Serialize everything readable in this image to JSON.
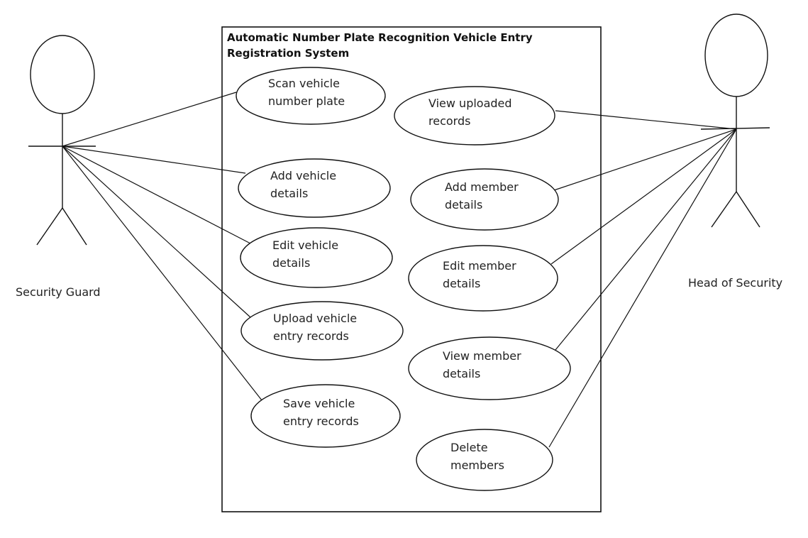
{
  "diagram": {
    "system_title": [
      "Automatic Number Plate Recognition Vehicle Entry",
      "Registration System"
    ],
    "actors": [
      {
        "name": "Security Guard"
      },
      {
        "name": "Head of Security"
      }
    ],
    "use_cases": [
      {
        "label": [
          "Scan vehicle",
          "number plate"
        ],
        "actor": 0
      },
      {
        "label": [
          "Add vehicle",
          "details"
        ],
        "actor": 0
      },
      {
        "label": [
          "Edit vehicle",
          "details"
        ],
        "actor": 0
      },
      {
        "label": [
          "Upload vehicle",
          "entry records"
        ],
        "actor": 0
      },
      {
        "label": [
          "Save vehicle",
          "entry records"
        ],
        "actor": 0
      },
      {
        "label": [
          "View uploaded",
          "records"
        ],
        "actor": 1
      },
      {
        "label": [
          "Add member",
          "details"
        ],
        "actor": 1
      },
      {
        "label": [
          "Edit member",
          "details"
        ],
        "actor": 1
      },
      {
        "label": [
          "View member",
          "details"
        ],
        "actor": 1
      },
      {
        "label": [
          "Delete",
          "members"
        ],
        "actor": 1
      }
    ]
  }
}
